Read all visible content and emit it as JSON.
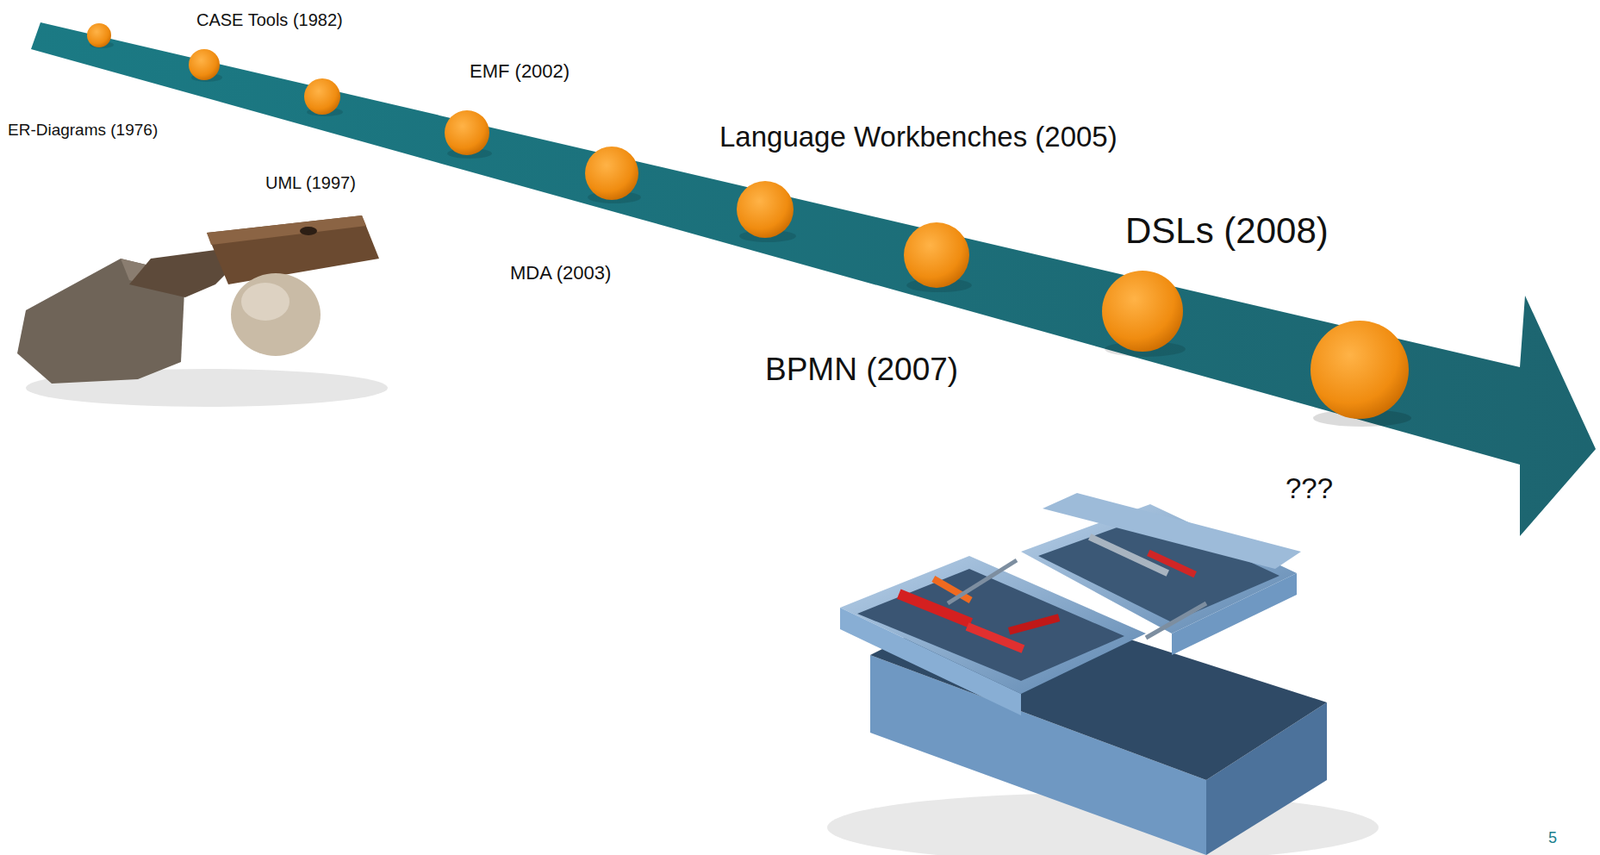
{
  "diagram": {
    "labels": [
      "CASE Tools (1982)",
      "EMF (2002)",
      "ER-Diagrams (1976)",
      "UML (1997)",
      "Language Workbenches (2005)",
      "DSLs (2008)",
      "MDA (2003)",
      "BPMN (2007)",
      "???",
      "5"
    ]
  }
}
